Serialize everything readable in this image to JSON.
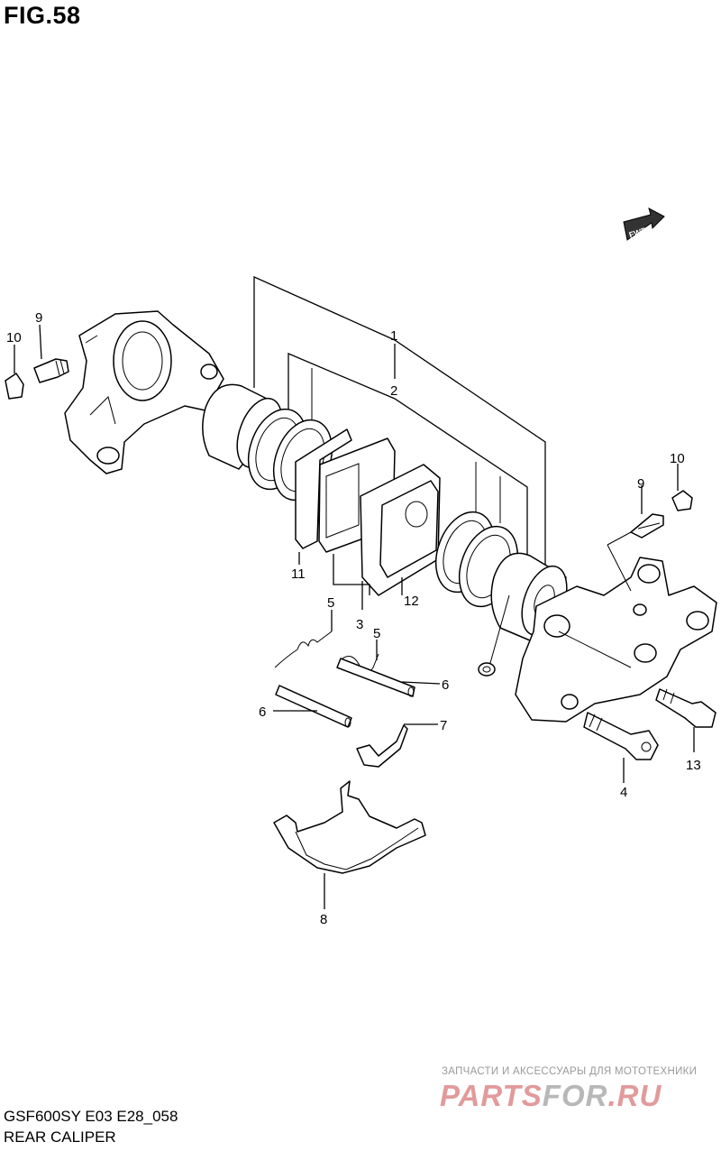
{
  "figure": {
    "title": "FIG.58"
  },
  "fwd_badge": {
    "label": "FWD"
  },
  "parts": [
    {
      "ref": "1"
    },
    {
      "ref": "2"
    },
    {
      "ref": "3"
    },
    {
      "ref": "4"
    },
    {
      "ref": "5"
    },
    {
      "ref": "5"
    },
    {
      "ref": "6"
    },
    {
      "ref": "6"
    },
    {
      "ref": "7"
    },
    {
      "ref": "8"
    },
    {
      "ref": "9"
    },
    {
      "ref": "9"
    },
    {
      "ref": "10"
    },
    {
      "ref": "10"
    },
    {
      "ref": "11"
    },
    {
      "ref": "12"
    },
    {
      "ref": "13"
    }
  ],
  "footer": {
    "model_code": "GSF600SY E03 E28_058",
    "caption": "REAR CALIPER"
  },
  "watermark": {
    "tagline": "ЗАПЧАСТИ И АКСЕССУАРЫ ДЛЯ МОТОТЕХНИКИ",
    "logo_main": "PARTS",
    "logo_alt": "FOR",
    "logo_end": ".RU"
  }
}
